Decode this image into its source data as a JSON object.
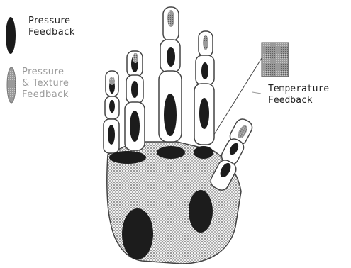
{
  "legend": {
    "pressure": {
      "line1": "Pressure",
      "line2": "Feedback",
      "icon": "dark-oval-icon",
      "color": "#1a1a1a"
    },
    "pressure_texture": {
      "line1": "Pressure",
      "line2": "& Texture",
      "line3": "Feedback",
      "icon": "grey-oval-icon",
      "color": "#8a8a8a"
    },
    "temperature": {
      "line1": "Temperature",
      "line2": "Feedback",
      "icon": "temperature-pad-icon",
      "color": "#7a7a7a"
    }
  },
  "colors": {
    "palm_fill": "#c9c9c9",
    "pressure_pad": "#1c1c1c",
    "texture_pad": "#8f8f8f",
    "outline": "#333333"
  }
}
